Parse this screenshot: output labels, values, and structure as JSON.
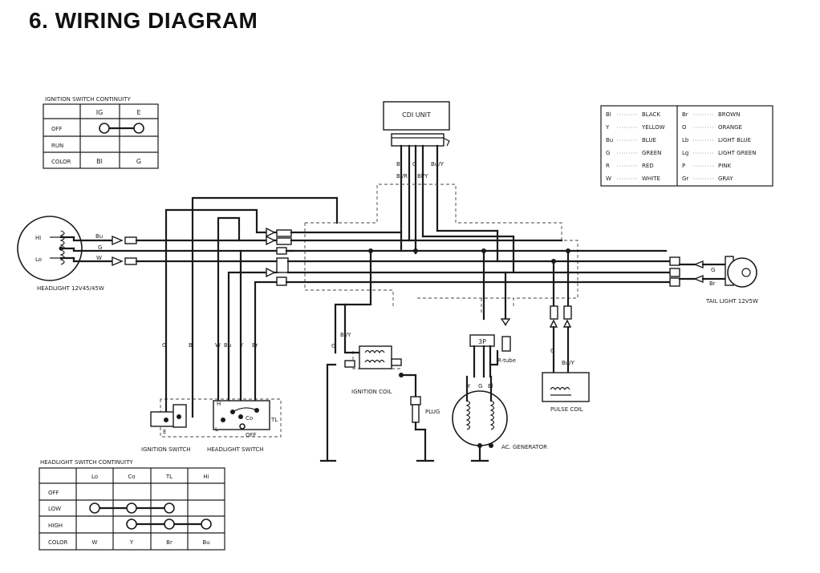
{
  "page": {
    "title": "6. WIRING DIAGRAM"
  },
  "ignition_switch_table": {
    "title": "IGNITION SWITCH CONTINUITY",
    "columns": [
      "IG",
      "E"
    ],
    "rows": [
      "OFF",
      "RUN",
      "COLOR"
    ],
    "colors": [
      "Bl",
      "G"
    ]
  },
  "headlight_switch_table": {
    "title": "HEADLIGHT SWITCH CONTINUITY",
    "columns": [
      "Lo",
      "Co",
      "TL",
      "Hi"
    ],
    "rows": [
      "OFF",
      "LOW",
      "HIGH",
      "COLOR"
    ],
    "colors": [
      "W",
      "Y",
      "Br",
      "Bu"
    ]
  },
  "color_legend": [
    {
      "code": "Bl",
      "name": "BLACK"
    },
    {
      "code": "Y",
      "name": "YELLOW"
    },
    {
      "code": "Bu",
      "name": "BLUE"
    },
    {
      "code": "G",
      "name": "GREEN"
    },
    {
      "code": "R",
      "name": "RED"
    },
    {
      "code": "W",
      "name": "WHITE"
    },
    {
      "code": "Br",
      "name": "BROWN"
    },
    {
      "code": "O",
      "name": "ORANGE"
    },
    {
      "code": "Lb",
      "name": "LIGHT BLUE"
    },
    {
      "code": "Lg",
      "name": "LIGHT GREEN"
    },
    {
      "code": "P",
      "name": "PINK"
    },
    {
      "code": "Gr",
      "name": "GRAY"
    }
  ],
  "components": {
    "cdi_unit": "CDI UNIT",
    "headlight": "HEADLIGHT 12V45/45W",
    "headlight_hi": "Hi",
    "headlight_lo": "Lo",
    "tail_light": "TAIL LIGHT 12V5W",
    "ignition_switch": "IGNITION SWITCH",
    "ignition_switch_e": "E",
    "headlight_switch": "HEADLIGHT SWITCH",
    "hs_h": "H",
    "hs_co": "Co",
    "hs_tl": "TL",
    "hs_l": "L",
    "hs_off": "OFF",
    "ignition_coil": "IGNITION COIL",
    "plug": "PLUG",
    "ac_generator": "AC. GENERATOR",
    "pulse_coil": "PULSE COIL",
    "connector_3p": "3P",
    "r_tube": "R-tube"
  },
  "wire_labels": {
    "cdi_bl": "Bl",
    "cdi_bl_r": "Bl/R",
    "cdi_g": "G",
    "cdi_bl_y": "Bl/Y",
    "cdi_bu_y": "Bu/Y",
    "hl_bu": "Bu",
    "hl_g": "G",
    "hl_w": "W",
    "ign_g": "G",
    "ign_bl": "Bl",
    "sw_w": "W",
    "sw_bu": "Bu",
    "sw_y": "Y",
    "sw_br": "Br",
    "coil_bl_y": "Bl/Y",
    "coil_g": "G",
    "gen_y": "Y",
    "gen_g": "G",
    "gen_bl": "Bl",
    "pulse_g": "G",
    "pulse_bu_y": "Bu/Y",
    "tail_g": "G",
    "tail_br": "Br"
  }
}
